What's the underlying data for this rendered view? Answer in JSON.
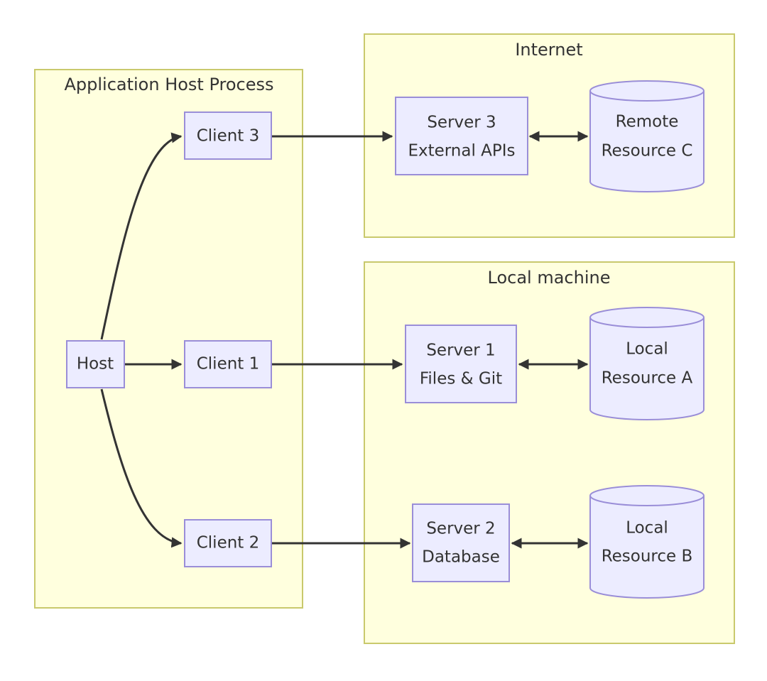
{
  "clusters": {
    "app_host": {
      "title": "Application Host Process"
    },
    "internet": {
      "title": "Internet"
    },
    "local_machine": {
      "title": "Local machine"
    }
  },
  "nodes": {
    "host": {
      "lines": [
        "Host"
      ]
    },
    "client1": {
      "lines": [
        "Client 1"
      ]
    },
    "client2": {
      "lines": [
        "Client 2"
      ]
    },
    "client3": {
      "lines": [
        "Client 3"
      ]
    },
    "server1": {
      "lines": [
        "Server 1",
        "Files & Git"
      ]
    },
    "server2": {
      "lines": [
        "Server 2",
        "Database"
      ]
    },
    "server3": {
      "lines": [
        "Server 3",
        "External APIs"
      ]
    },
    "resourceA": {
      "lines": [
        "Local",
        "Resource A"
      ]
    },
    "resourceB": {
      "lines": [
        "Local",
        "Resource B"
      ]
    },
    "resourceC": {
      "lines": [
        "Remote",
        "Resource C"
      ]
    }
  },
  "edges": [
    {
      "from": "Host",
      "to": "Client 1",
      "direction": "forward"
    },
    {
      "from": "Host",
      "to": "Client 2",
      "direction": "forward"
    },
    {
      "from": "Host",
      "to": "Client 3",
      "direction": "forward"
    },
    {
      "from": "Client 1",
      "to": "Server 1",
      "direction": "forward"
    },
    {
      "from": "Client 2",
      "to": "Server 2",
      "direction": "forward"
    },
    {
      "from": "Client 3",
      "to": "Server 3",
      "direction": "forward"
    },
    {
      "from": "Server 1",
      "to": "Local Resource A",
      "direction": "both"
    },
    {
      "from": "Server 2",
      "to": "Local Resource B",
      "direction": "both"
    },
    {
      "from": "Server 3",
      "to": "Remote Resource C",
      "direction": "both"
    }
  ],
  "colors": {
    "cluster_fill": "#ffffde",
    "cluster_stroke": "#c9c96c",
    "node_fill": "#ececff",
    "node_stroke": "#9a8ed8",
    "edge": "#333333",
    "text": "#333333"
  }
}
